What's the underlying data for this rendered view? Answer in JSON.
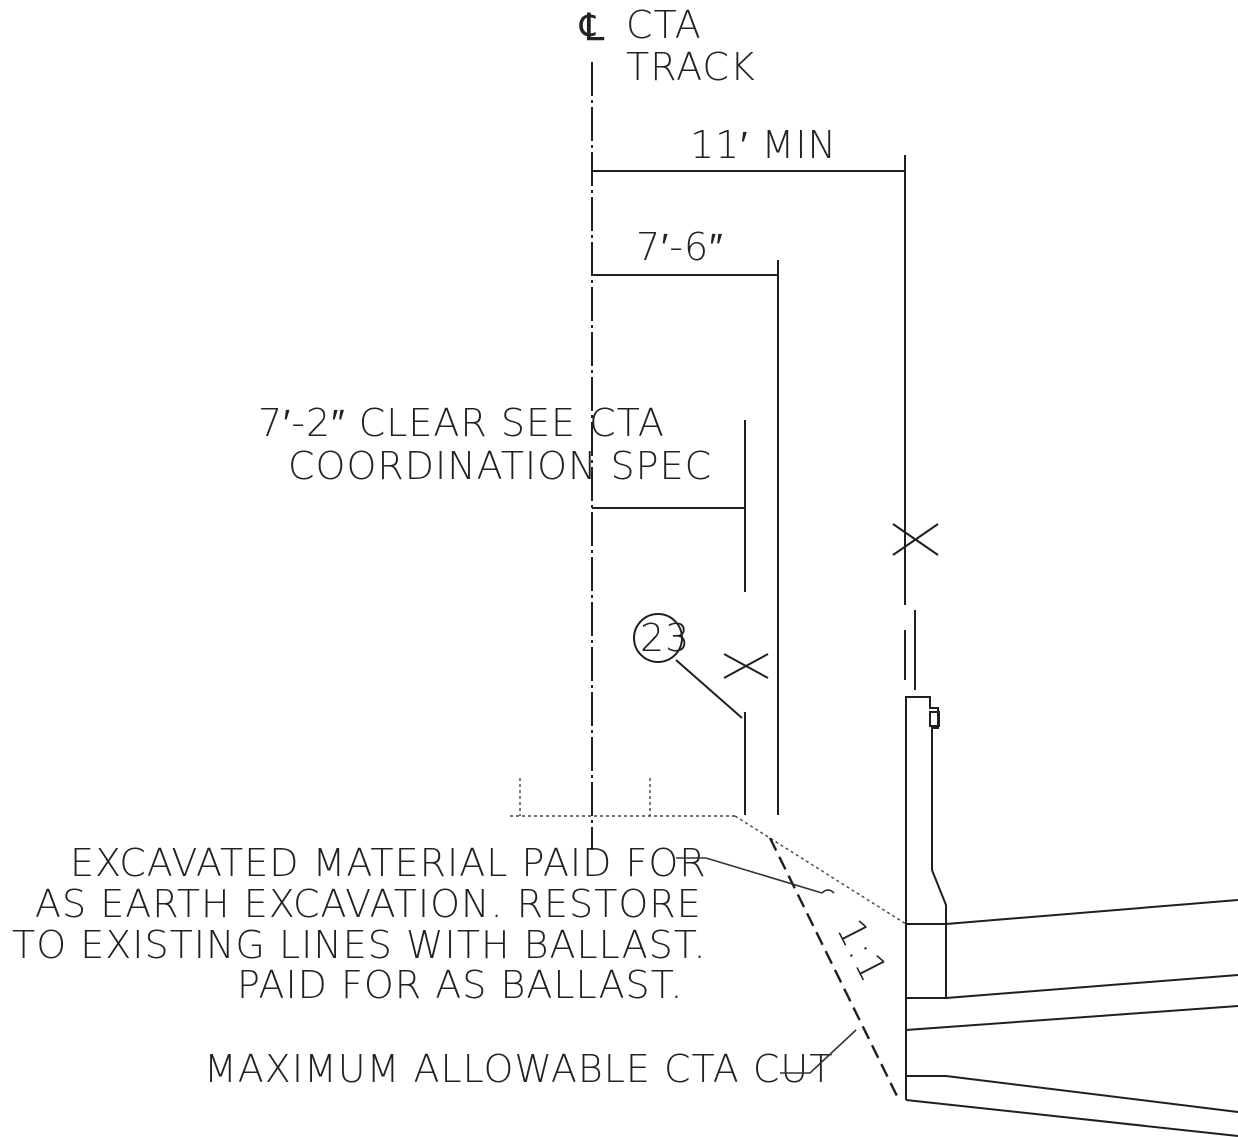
{
  "diagram": {
    "centerline": {
      "symbol": "℄",
      "line1": "CTA",
      "line2": "TRACK"
    },
    "dimensions": {
      "min_offset": "11′ MIN",
      "offset_7_6": "7′-6″",
      "clear_line1": "7′-2″ CLEAR SEE CTA",
      "clear_line2": "COORDINATION SPEC"
    },
    "callout_number": "23",
    "slope_label": "1:1",
    "notes": {
      "excavation": [
        "EXCAVATED MATERIAL PAID FOR",
        "AS EARTH EXCAVATION.  RESTORE",
        "TO EXISTING LINES WITH BALLAST.",
        "PAID FOR AS BALLAST."
      ],
      "max_cut": "MAXIMUM ALLOWABLE CTA CUT"
    }
  }
}
